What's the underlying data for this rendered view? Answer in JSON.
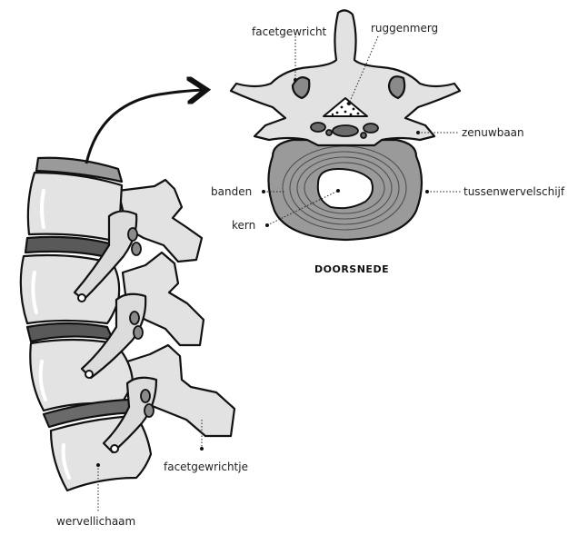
{
  "labels": {
    "facet_joint": "facetgewricht",
    "spinal_cord": "ruggenmerg",
    "nerve_path": "zenuwbaan",
    "ligaments": "banden",
    "disc": "tussenwervelschijf",
    "nucleus": "kern",
    "facet_joint_small": "facetgewrichtje",
    "vertebral_body": "wervellichaam"
  },
  "cross_section_title": "DOORSNEDE",
  "colors": {
    "outline": "#111111",
    "bone_light": "#e6e6e6",
    "bone_mid": "#cfcfcf",
    "bone_dark": "#7d7d7d",
    "disc": "#9a9a9a",
    "disc_band": "#575757"
  }
}
